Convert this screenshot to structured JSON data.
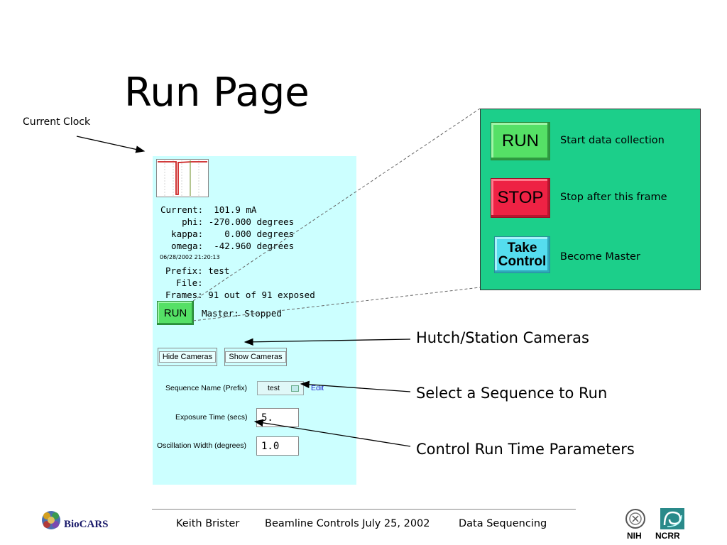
{
  "slide": {
    "title": "Run Page"
  },
  "annotations": {
    "current_clock": "Current Clock",
    "hutch_cameras": "Hutch/Station Cameras",
    "select_sequence": "Select a Sequence to Run",
    "control_params": "Control Run Time Parameters"
  },
  "panel": {
    "status_lines": [
      "Current:  101.9 mA",
      "    phi: -270.000 degrees",
      "  kappa:    0.000 degrees",
      "  omega:  -42.960 degrees"
    ],
    "timestamp": "06/28/2002 21:20:13",
    "info_lines": [
      "Prefix: test",
      "  File:",
      "Frames: 91 out of 91 exposed"
    ],
    "run_label": "RUN",
    "master_status": "Master: Stopped",
    "hide_cameras": "Hide Cameras",
    "show_cameras": "Show Cameras",
    "sequence_label": "Sequence Name (Prefix)",
    "sequence_value": "test",
    "edit_label": "Edit",
    "exposure_label": "Exposure Time (secs)",
    "exposure_value": "5.",
    "oscillation_label": "Oscillation Width (degrees)",
    "oscillation_value": "1.0"
  },
  "legend": {
    "run": {
      "label": "RUN",
      "desc": "Start data collection"
    },
    "stop": {
      "label": "STOP",
      "desc": "Stop after this frame"
    },
    "take_control": {
      "label_line1": "Take",
      "label_line2": "Control",
      "desc": "Become Master"
    }
  },
  "footer": {
    "logo_text": "BioCARS",
    "author": "Keith Brister",
    "event": "Beamline Controls July 25, 2002",
    "topic": "Data Sequencing",
    "nih": "NIH",
    "ncrr": "NCRR"
  },
  "colors": {
    "panel_bg": "#ccffff",
    "legend_bg": "#1ccf8a",
    "run_green": "#55e066",
    "stop_red": "#ee2244",
    "take_control_cyan": "#55ddee",
    "edit_link": "#2222cc"
  },
  "icons": [
    "biocars-logo-icon",
    "nih-seal-icon",
    "ncrr-logo-icon",
    "current-clock-graph-icon"
  ]
}
